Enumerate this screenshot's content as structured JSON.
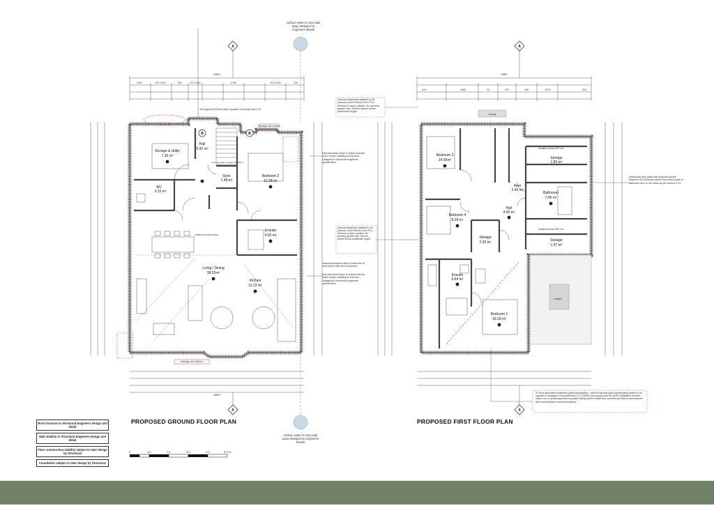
{
  "titles": {
    "ground": "PROPOSED GROUND FLOOR PLAN",
    "first": "PROPOSED FIRST FLOOR PLAN"
  },
  "overall_width": "8680",
  "ground_rooms": {
    "storage_utility": {
      "name": "Storage & Utility",
      "area": "7.36 m²"
    },
    "hall": {
      "name": "Hall",
      "area": "5.90 m²"
    },
    "wc": {
      "name": "WC",
      "area": "3.15 m²"
    },
    "store": {
      "name": "Store",
      "area": "1.48 m²"
    },
    "bedroom2": {
      "name": "Bedroom 2",
      "area": "12.28 m²"
    },
    "ensuite": {
      "name": "Ensuite",
      "area": "4.00 m²"
    },
    "living": {
      "name": "Living / Dining",
      "area": "38.52m²"
    },
    "kitchen": {
      "name": "Kitchen",
      "area": "12.22 m²"
    }
  },
  "first_rooms": {
    "bedroom3": {
      "name": "Bedroom 3",
      "area": "14.05m²"
    },
    "storage1": {
      "name": "Storage",
      "area": "1.89 m²"
    },
    "bathroom": {
      "name": "Bathroom",
      "area": "7.49 m²"
    },
    "bedroom4": {
      "name": "Bedroom 4",
      "area": "8.28 m²"
    },
    "hall": {
      "name": "Hall",
      "area": "4.96 m²"
    },
    "airer": {
      "name": "Airer",
      "area": "3.43 m²"
    },
    "storage2": {
      "name": "Storage",
      "area": "2.36 m²"
    },
    "storage3": {
      "name": "Storage",
      "area": "1.97 m²"
    },
    "ensuite": {
      "name": "Ensuite",
      "area": "6.94 m²"
    },
    "bedroom1": {
      "name": "Bedroom 1",
      "area": "18.18 m²"
    }
  },
  "notes": {
    "surface_top": "surface water to new soak away designed to engineers details",
    "surface_bottom": "surface water to new soak away designed to engineers details",
    "balustrade": "Internal balustrade installed to cill (window under 800mm from FFL). Window to open outward. No opening greater than 100mm sphere below balustrade height",
    "beam_top": "New structural beam to follow external leaf & timber cladding at first floor - Designed to structural engineers specification",
    "balustrade_mid": "Internal balustrade installed to cill (window under 800mm from FFL). Window to open outward. No opening greater than 100mm sphere below balustrade height",
    "blockwork": "Internal blockwork wall to follow line of inner leaf of first floor blockwork",
    "beam_bottom": "New structural beam to follow external leaf & timber cladding at first floor - Designed to structural engineers specification",
    "stud_walls": "Reinforced stud walls with plywood panels between 300-1500mm above floor level shown in bathroom and on the stairs as per section 6.14",
    "glass": "21.5mm laminated toughened glass balustrading - without handrail glass balustrading system to be capable of resisting a horizontal force of 0.74kN/m and comply with the GER certification scheme. Taper-Loc or similar approved dry glaze railing system bolted into concrete and fitted in accordance with manufacturers recommendations",
    "drainage_top": "drainage slot channel",
    "drainage_bottom": "drainage slot channel",
    "level_approach": "level approach 900mm wide & gradient no steeper than 1:20",
    "roof_light": "rooflight",
    "canopy": "canopy",
    "insulation1": "insulation above DPC line",
    "insulation2": "insulation above DPC line",
    "position_radon": "position of radon sump",
    "dim_stairs": "rooms @ 211mm treads @ 250mm"
  },
  "legend": [
    "Roof structure to Structural Engineers design and detail",
    "Wall stability to Structural Engineers design and detail",
    "Floor construction stability subject to later design by Structural",
    "Foundation subject to later design by Structural"
  ],
  "scale_labels": [
    "0",
    "1.0",
    "2.0",
    "3.0",
    "4.0",
    "5.0 m"
  ],
  "section_markers": [
    "A",
    "A",
    "A",
    "A",
    "B",
    "B"
  ],
  "dimensions_ground_top": [
    "1230",
    "S/O 1000",
    "851",
    "S/O 1000",
    "2150",
    "S/O 1000",
    "725"
  ],
  "dimensions_first_top": [
    "410",
    "4080",
    "94",
    "970",
    "415",
    "2375",
    "410"
  ],
  "colors": {
    "wall": "#5a5a5a",
    "line": "#222222",
    "accent_red": "#d9534f",
    "circle_fill": "#c9d7e6",
    "footer": "#6f8166"
  }
}
